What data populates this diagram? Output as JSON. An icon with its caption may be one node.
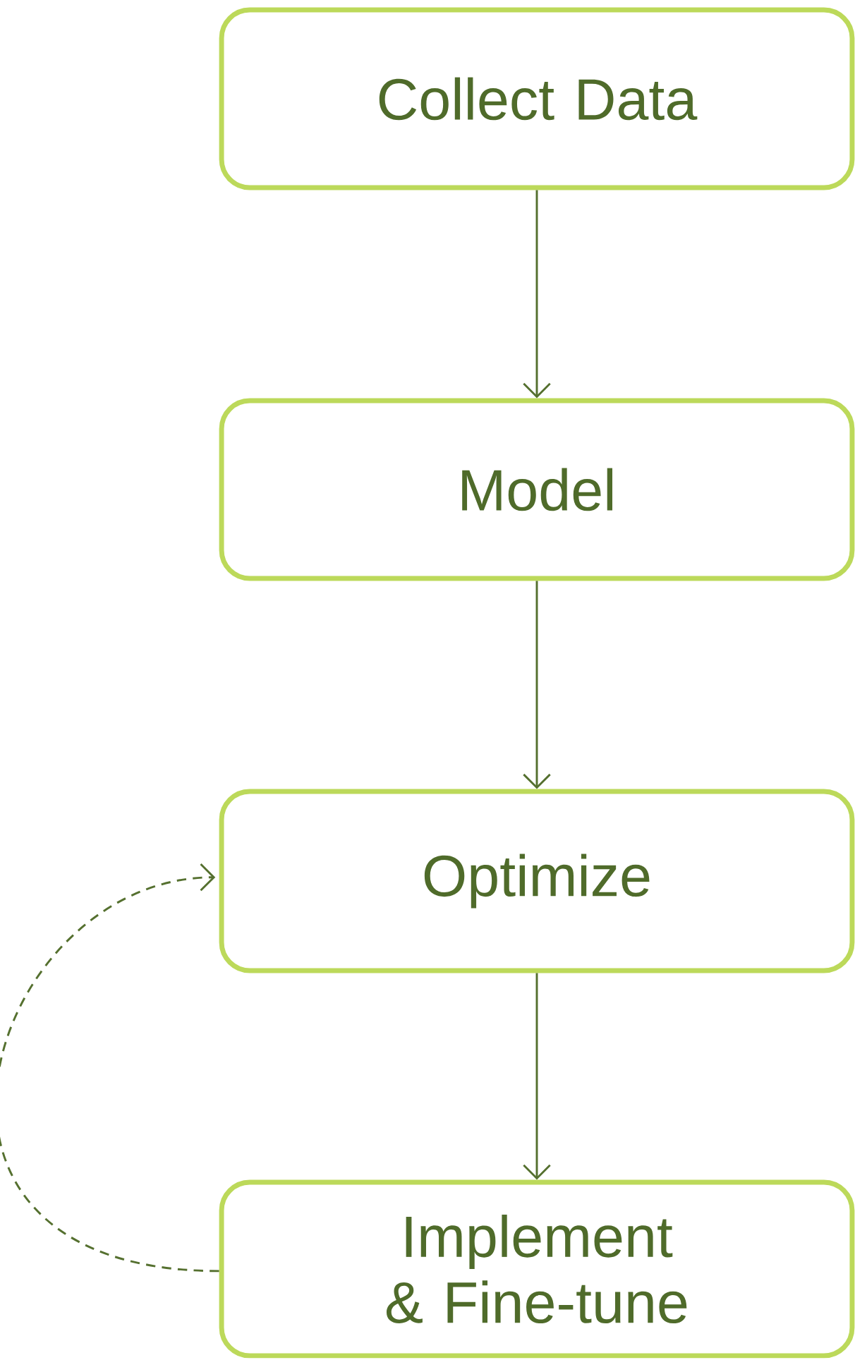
{
  "diagram": {
    "nodes": [
      {
        "text": [
          "Collect Data"
        ]
      },
      {
        "text": [
          "Model"
        ]
      },
      {
        "text": [
          "Optimize"
        ]
      },
      {
        "text": [
          "Implement & Fine-tune"
        ]
      }
    ],
    "edges": [
      {
        "from": 0,
        "to": 1,
        "arrow": "to"
      },
      {
        "from": 1,
        "to": 2,
        "arrow": "to"
      },
      {
        "from": 2,
        "to": 3,
        "arrow": "to"
      },
      {
        "from": 3,
        "to": 2,
        "arrow": "to",
        "style": "dashed"
      }
    ]
  }
}
